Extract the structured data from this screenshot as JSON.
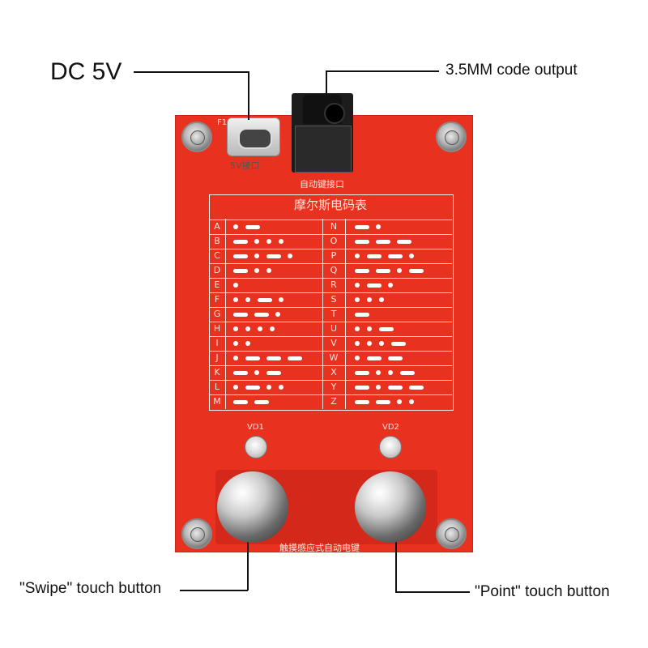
{
  "callouts": {
    "dc": "DC 5V",
    "audio": "3.5MM code output",
    "swipe": "\"Swipe\" touch button",
    "point": "\"Point\" touch button"
  },
  "silkscreen": {
    "usb_label": "5V接口",
    "jack_label": "自动键接口",
    "table_title": "摩尔斯电码表",
    "vd1": "VD1",
    "vd2": "VD2",
    "bottom_label": "触摸感应式自动电键",
    "f1": "F1"
  },
  "morse_left": [
    {
      "letter": "A",
      "code": ".-"
    },
    {
      "letter": "B",
      "code": "-..."
    },
    {
      "letter": "C",
      "code": "-.-."
    },
    {
      "letter": "D",
      "code": "-.."
    },
    {
      "letter": "E",
      "code": "."
    },
    {
      "letter": "F",
      "code": "..-."
    },
    {
      "letter": "G",
      "code": "--."
    },
    {
      "letter": "H",
      "code": "...."
    },
    {
      "letter": "I",
      "code": ".."
    },
    {
      "letter": "J",
      "code": ".---"
    },
    {
      "letter": "K",
      "code": "-.-"
    },
    {
      "letter": "L",
      "code": ".-.."
    },
    {
      "letter": "M",
      "code": "--"
    }
  ],
  "morse_right": [
    {
      "letter": "N",
      "code": "-."
    },
    {
      "letter": "O",
      "code": "---"
    },
    {
      "letter": "P",
      "code": ".--."
    },
    {
      "letter": "Q",
      "code": "--.-"
    },
    {
      "letter": "R",
      "code": ".-."
    },
    {
      "letter": "S",
      "code": "..."
    },
    {
      "letter": "T",
      "code": "-"
    },
    {
      "letter": "U",
      "code": "..-"
    },
    {
      "letter": "V",
      "code": "...-"
    },
    {
      "letter": "W",
      "code": ".--"
    },
    {
      "letter": "X",
      "code": "-..-"
    },
    {
      "letter": "Y",
      "code": "-.--"
    },
    {
      "letter": "Z",
      "code": "--.."
    }
  ],
  "colors": {
    "board": "#e8321f",
    "silk": "#ffffff",
    "callout_text": "#111111"
  }
}
